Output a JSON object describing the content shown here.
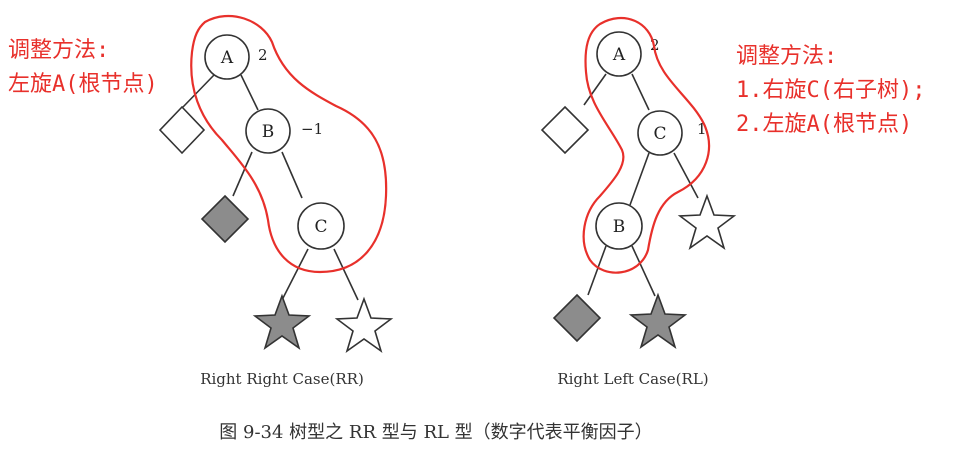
{
  "left_tree": {
    "nodes": {
      "a": "A",
      "b": "B",
      "c": "C"
    },
    "factors": {
      "a": "2",
      "b": "−1"
    },
    "case_label": "Right Right Case(RR)",
    "note": {
      "title": "调整方法:",
      "line1": "左旋A(根节点)"
    }
  },
  "right_tree": {
    "nodes": {
      "a": "A",
      "c": "C",
      "b": "B"
    },
    "factors": {
      "a": "2",
      "c": "1"
    },
    "case_label": "Right Left Case(RL)",
    "note": {
      "title": "调整方法:",
      "line1": "1.右旋C(右子树);",
      "line2": "2.左旋A(根节点)"
    }
  },
  "caption": "图 9-34   树型之 RR 型与 RL 型（数字代表平衡因子）",
  "colors": {
    "annotation": "#e8302b",
    "outline": "#e8302b",
    "line": "#333333",
    "shaded": "#8c8c8c"
  }
}
